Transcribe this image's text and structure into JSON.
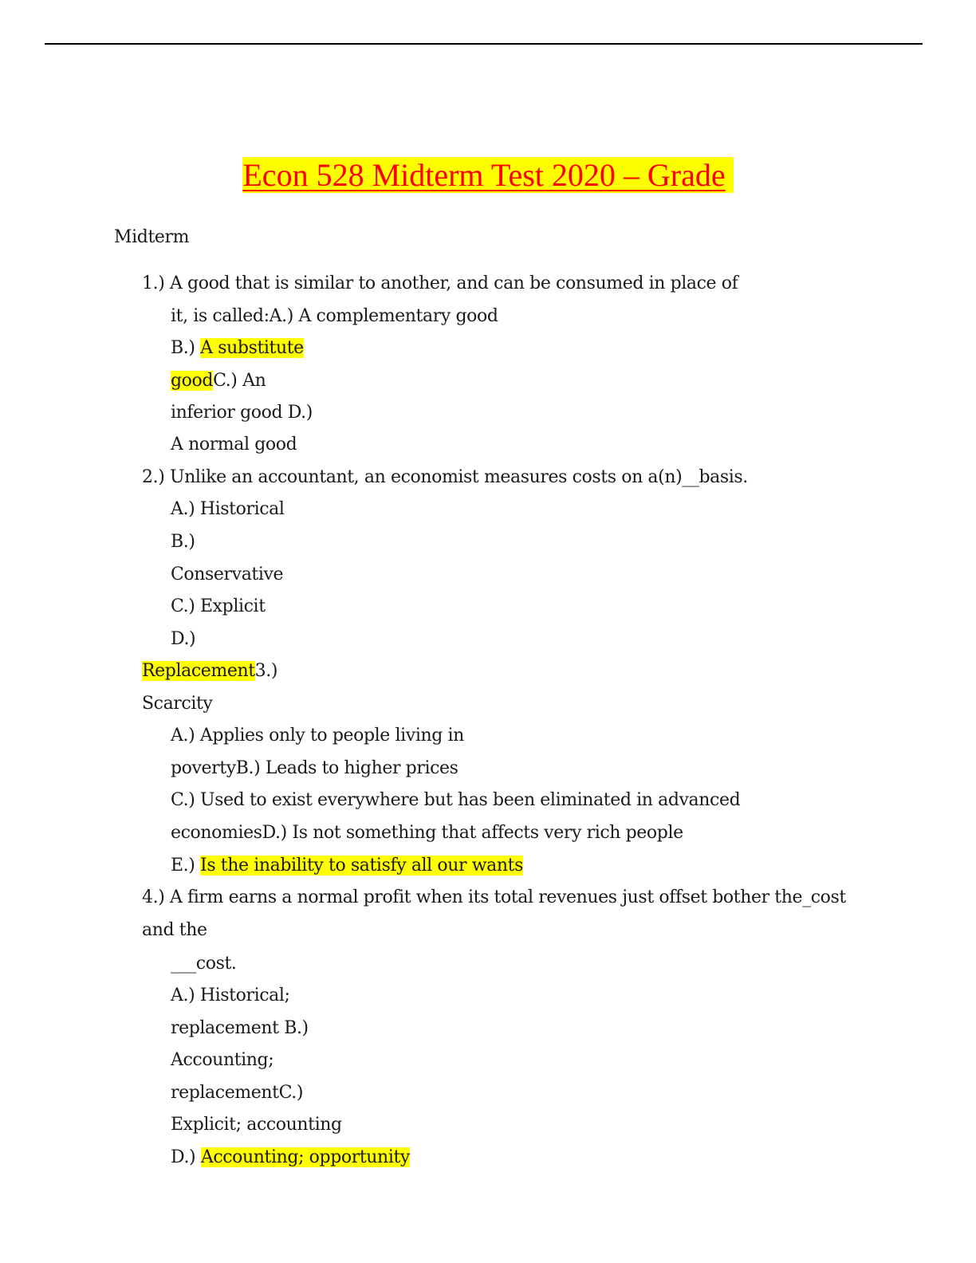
{
  "title": "Econ 528 Midterm Test 2020 – Grade",
  "section_label": "Midterm",
  "lines": [
    {
      "a": "1.) A good that is similar to another, and can be consumed in place of",
      "b": "",
      "c": ""
    },
    {
      "a": "it, is called:A.) A complementary good",
      "b": "",
      "c": ""
    },
    {
      "a": "B.) ",
      "b": "A substitute ",
      "c": ""
    },
    {
      "a": "",
      "b": "good",
      "c": "C.) An"
    },
    {
      "a": "inferior good D.)",
      "b": "",
      "c": ""
    },
    {
      "a": "A normal good",
      "b": "",
      "c": ""
    },
    {
      "a": "2.)  Unlike an accountant, an economist measures costs on a(n)__basis.",
      "b": "",
      "c": ""
    },
    {
      "a": "A.) Historical",
      "b": "",
      "c": ""
    },
    {
      "a": "B.)",
      "b": "",
      "c": ""
    },
    {
      "a": "Conservative",
      "b": "",
      "c": ""
    },
    {
      "a": "C.) Explicit",
      "b": "",
      "c": ""
    },
    {
      "a": "D.)",
      "b": "",
      "c": ""
    },
    {
      "a": "",
      "b": "Replacement",
      "c": "3.)"
    },
    {
      "a": "Scarcity",
      "b": "",
      "c": ""
    },
    {
      "a": "A.) Applies only to people living in",
      "b": "",
      "c": ""
    },
    {
      "a": "povertyB.) Leads to higher prices",
      "b": "",
      "c": ""
    },
    {
      "a": "C.) Used to exist everywhere but has been eliminated in advanced",
      "b": "",
      "c": ""
    },
    {
      "a": "economiesD.) Is not something that affects very rich people",
      "b": "",
      "c": ""
    },
    {
      "a": "E.)  ",
      "b": "Is the inability to satisfy all our wants",
      "c": ""
    },
    {
      "a": "4.)  A firm earns a normal profit when its total revenues just offset bother the_cost",
      "b": "",
      "c": ""
    },
    {
      "a": "and the",
      "b": "",
      "c": ""
    },
    {
      "a": "___cost.",
      "b": "",
      "c": ""
    },
    {
      "a": "A.) Historical;",
      "b": "",
      "c": ""
    },
    {
      "a": "replacement B.)",
      "b": "",
      "c": ""
    },
    {
      "a": "Accounting;",
      "b": "",
      "c": ""
    },
    {
      "a": "replacementC.)",
      "b": "",
      "c": ""
    },
    {
      "a": "Explicit; accounting",
      "b": "",
      "c": ""
    },
    {
      "a": "D.)  ",
      "b": "Accounting; opportunity",
      "c": ""
    }
  ]
}
